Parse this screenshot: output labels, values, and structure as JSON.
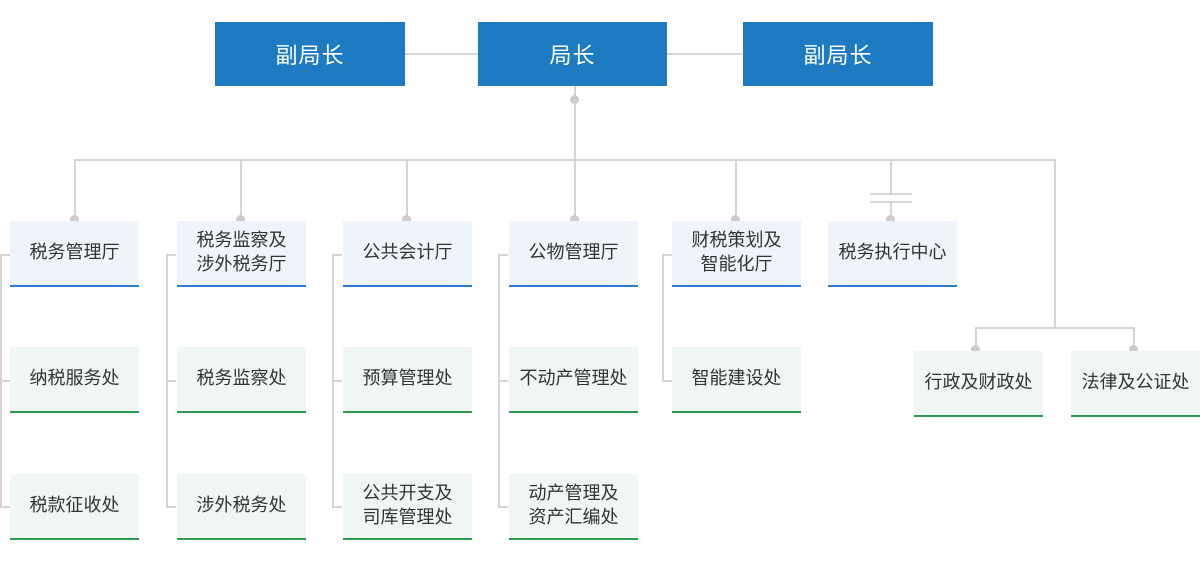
{
  "leadership": {
    "left": "副局长",
    "center": "局长",
    "right": "副局长"
  },
  "departments": [
    {
      "head": "税务管理厅",
      "subs": [
        "纳税服务处",
        "税款征收处"
      ]
    },
    {
      "head": "税务监察及\n涉外税务厅",
      "subs": [
        "税务监察处",
        "涉外税务处"
      ]
    },
    {
      "head": "公共会计厅",
      "subs": [
        "预算管理处",
        "公共开支及\n司库管理处"
      ]
    },
    {
      "head": "公物管理厅",
      "subs": [
        "不动产管理处",
        "动产管理及\n资产汇编处"
      ]
    },
    {
      "head": "财税策划及\n智能化厅",
      "subs": [
        "智能建设处"
      ]
    },
    {
      "head": "税务执行中心",
      "subs": []
    }
  ],
  "offices": [
    "行政及财政处",
    "法律及公证处"
  ],
  "colors": {
    "leader_bg": "#1e7bc2",
    "head_border": "#2c7fd0",
    "sub_border": "#2e9a55",
    "connector": "#d5d5d5"
  }
}
